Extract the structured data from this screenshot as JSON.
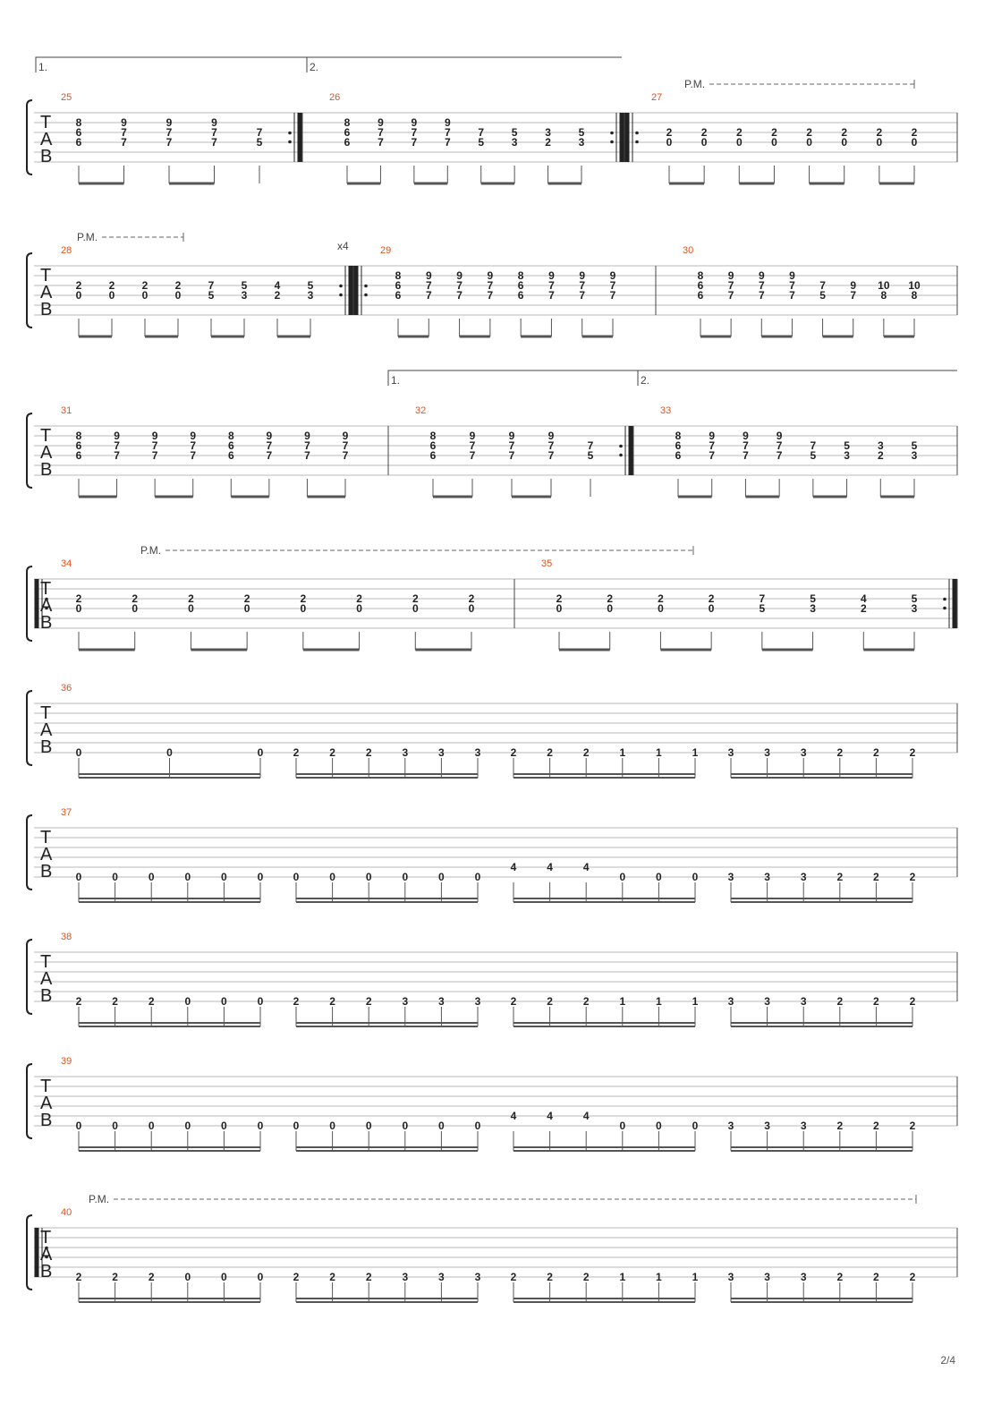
{
  "tab_clef": [
    "T",
    "A",
    "B"
  ],
  "page_number": "2/4",
  "palm_mute_label": "P.M.",
  "systems": [
    {
      "measures": [
        {
          "number": "25",
          "repeat_start": false,
          "repeat_end": true,
          "chords": [
            [
              "8",
              "6",
              "6"
            ],
            [
              "9",
              "7",
              "7"
            ],
            [
              "9",
              "7",
              "7"
            ],
            [
              "9",
              "7",
              "7"
            ],
            [
              "7",
              "5"
            ]
          ]
        },
        {
          "number": "26",
          "repeat_start": false,
          "repeat_end": true,
          "chords": [
            [
              "8",
              "6",
              "6"
            ],
            [
              "9",
              "7",
              "7"
            ],
            [
              "9",
              "7",
              "7"
            ],
            [
              "9",
              "7",
              "7"
            ],
            [
              "7",
              "5"
            ],
            [
              "5",
              "3"
            ],
            [
              "3",
              "2"
            ],
            [
              "5",
              "3"
            ]
          ]
        },
        {
          "number": "27",
          "repeat_start": true,
          "repeat_end": false,
          "chords": [
            [
              "2",
              "0"
            ],
            [
              "2",
              "0"
            ],
            [
              "2",
              "0"
            ],
            [
              "2",
              "0"
            ],
            [
              "2",
              "0"
            ],
            [
              "2",
              "0"
            ],
            [
              "2",
              "0"
            ],
            [
              "2",
              "0"
            ]
          ]
        }
      ],
      "voltas": [
        "1.",
        "2."
      ],
      "palm_mute": true
    },
    {
      "measures": [
        {
          "number": "28",
          "repeat_end": true,
          "repeat_count": "x4",
          "chords": [
            [
              "2",
              "0"
            ],
            [
              "2",
              "0"
            ],
            [
              "2",
              "0"
            ],
            [
              "2",
              "0"
            ],
            [
              "7",
              "5"
            ],
            [
              "5",
              "3"
            ],
            [
              "4",
              "2"
            ],
            [
              "5",
              "3"
            ]
          ]
        },
        {
          "number": "29",
          "repeat_start": true,
          "chords": [
            [
              "8",
              "6",
              "6"
            ],
            [
              "9",
              "7",
              "7"
            ],
            [
              "9",
              "7",
              "7"
            ],
            [
              "9",
              "7",
              "7"
            ],
            [
              "8",
              "6",
              "6"
            ],
            [
              "9",
              "7",
              "7"
            ],
            [
              "9",
              "7",
              "7"
            ],
            [
              "9",
              "7",
              "7"
            ]
          ]
        },
        {
          "number": "30",
          "chords": [
            [
              "8",
              "6",
              "6"
            ],
            [
              "9",
              "7",
              "7"
            ],
            [
              "9",
              "7",
              "7"
            ],
            [
              "9",
              "7",
              "7"
            ],
            [
              "7",
              "5"
            ],
            [
              "9",
              "7"
            ],
            [
              "10",
              "8"
            ],
            [
              "10",
              "8"
            ]
          ]
        }
      ],
      "palm_mute": true
    },
    {
      "measures": [
        {
          "number": "31",
          "chords": [
            [
              "8",
              "6",
              "6"
            ],
            [
              "9",
              "7",
              "7"
            ],
            [
              "9",
              "7",
              "7"
            ],
            [
              "9",
              "7",
              "7"
            ],
            [
              "8",
              "6",
              "6"
            ],
            [
              "9",
              "7",
              "7"
            ],
            [
              "9",
              "7",
              "7"
            ],
            [
              "9",
              "7",
              "7"
            ]
          ]
        },
        {
          "number": "32",
          "repeat_end": true,
          "chords": [
            [
              "8",
              "6",
              "6"
            ],
            [
              "9",
              "7",
              "7"
            ],
            [
              "9",
              "7",
              "7"
            ],
            [
              "9",
              "7",
              "7"
            ],
            [
              "7",
              "5"
            ]
          ]
        },
        {
          "number": "33",
          "chords": [
            [
              "8",
              "6",
              "6"
            ],
            [
              "9",
              "7",
              "7"
            ],
            [
              "9",
              "7",
              "7"
            ],
            [
              "9",
              "7",
              "7"
            ],
            [
              "7",
              "5"
            ],
            [
              "5",
              "3"
            ],
            [
              "3",
              "2"
            ],
            [
              "5",
              "3"
            ]
          ]
        }
      ],
      "voltas": [
        "1.",
        "2."
      ]
    },
    {
      "measures": [
        {
          "number": "34",
          "repeat_start": true,
          "chords": [
            [
              "2",
              "0"
            ],
            [
              "2",
              "0"
            ],
            [
              "2",
              "0"
            ],
            [
              "2",
              "0"
            ],
            [
              "2",
              "0"
            ],
            [
              "2",
              "0"
            ],
            [
              "2",
              "0"
            ],
            [
              "2",
              "0"
            ]
          ]
        },
        {
          "number": "35",
          "repeat_end": true,
          "chords": [
            [
              "2",
              "0"
            ],
            [
              "2",
              "0"
            ],
            [
              "2",
              "0"
            ],
            [
              "2",
              "0"
            ],
            [
              "7",
              "5"
            ],
            [
              "5",
              "3"
            ],
            [
              "4",
              "2"
            ],
            [
              "5",
              "3"
            ]
          ]
        }
      ],
      "palm_mute": true
    },
    {
      "measures": [
        {
          "number": "36",
          "notes": [
            [
              "0",
              "0",
              "0"
            ],
            [
              "2",
              "2",
              "2",
              "3",
              "3",
              "3"
            ],
            [
              "2",
              "2",
              "2",
              "1",
              "1",
              "1"
            ],
            [
              "3",
              "3",
              "3",
              "2",
              "2",
              "2"
            ]
          ]
        }
      ]
    },
    {
      "measures": [
        {
          "number": "37",
          "notes": [
            [
              "0",
              "0",
              "0",
              "0",
              "0",
              "0"
            ],
            [
              "0",
              "0",
              "0",
              "0",
              "0",
              "0"
            ],
            [
              "4",
              "4",
              "4",
              "0",
              "0",
              "0"
            ],
            [
              "3",
              "3",
              "3",
              "2",
              "2",
              "2"
            ]
          ]
        }
      ]
    },
    {
      "measures": [
        {
          "number": "38",
          "notes": [
            [
              "2",
              "2",
              "2",
              "0",
              "0",
              "0"
            ],
            [
              "2",
              "2",
              "2",
              "3",
              "3",
              "3"
            ],
            [
              "2",
              "2",
              "2",
              "1",
              "1",
              "1"
            ],
            [
              "3",
              "3",
              "3",
              "2",
              "2",
              "2"
            ]
          ]
        }
      ]
    },
    {
      "measures": [
        {
          "number": "39",
          "notes": [
            [
              "0",
              "0",
              "0",
              "0",
              "0",
              "0"
            ],
            [
              "0",
              "0",
              "0",
              "0",
              "0",
              "0"
            ],
            [
              "4",
              "4",
              "4",
              "0",
              "0",
              "0"
            ],
            [
              "3",
              "3",
              "3",
              "2",
              "2",
              "2"
            ]
          ]
        }
      ]
    },
    {
      "measures": [
        {
          "number": "40",
          "repeat_start": true,
          "notes": [
            [
              "2",
              "2",
              "2",
              "0",
              "0",
              "0"
            ],
            [
              "2",
              "2",
              "2",
              "3",
              "3",
              "3"
            ],
            [
              "2",
              "2",
              "2",
              "1",
              "1",
              "1"
            ],
            [
              "3",
              "3",
              "3",
              "2",
              "2",
              "2"
            ]
          ]
        }
      ],
      "palm_mute": true
    }
  ]
}
